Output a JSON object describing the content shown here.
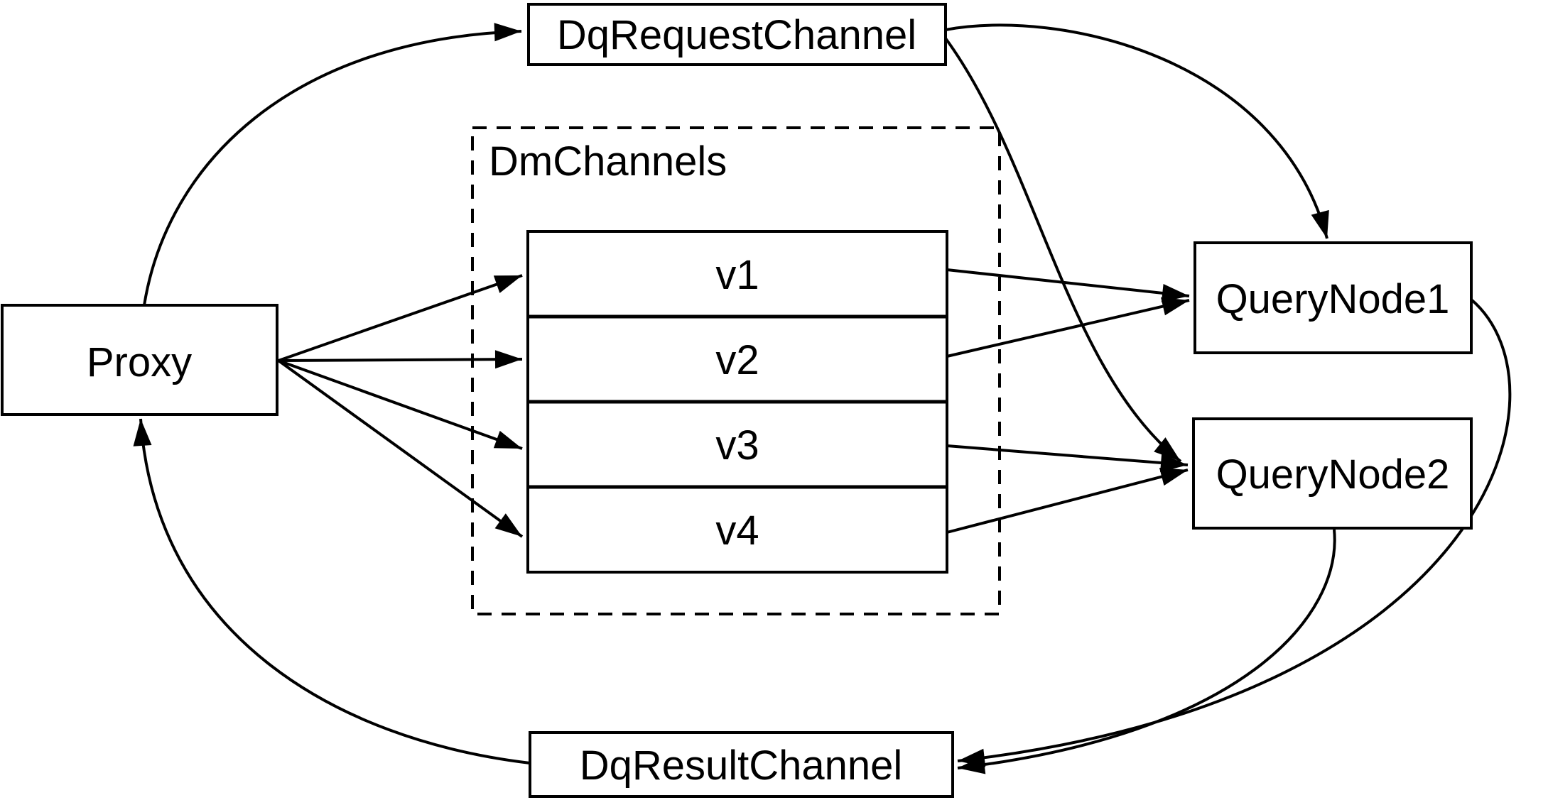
{
  "diagram": {
    "background_color": "#ffffff",
    "stroke_color": "#000000",
    "nodes": {
      "proxy": {
        "label": "Proxy"
      },
      "dq_request_channel": {
        "label": "DqRequestChannel"
      },
      "dm_channels": {
        "label": "DmChannels",
        "channels": [
          "v1",
          "v2",
          "v3",
          "v4"
        ]
      },
      "query_node_1": {
        "label": "QueryNode1"
      },
      "query_node_2": {
        "label": "QueryNode2"
      },
      "dq_result_channel": {
        "label": "DqResultChannel"
      }
    }
  }
}
